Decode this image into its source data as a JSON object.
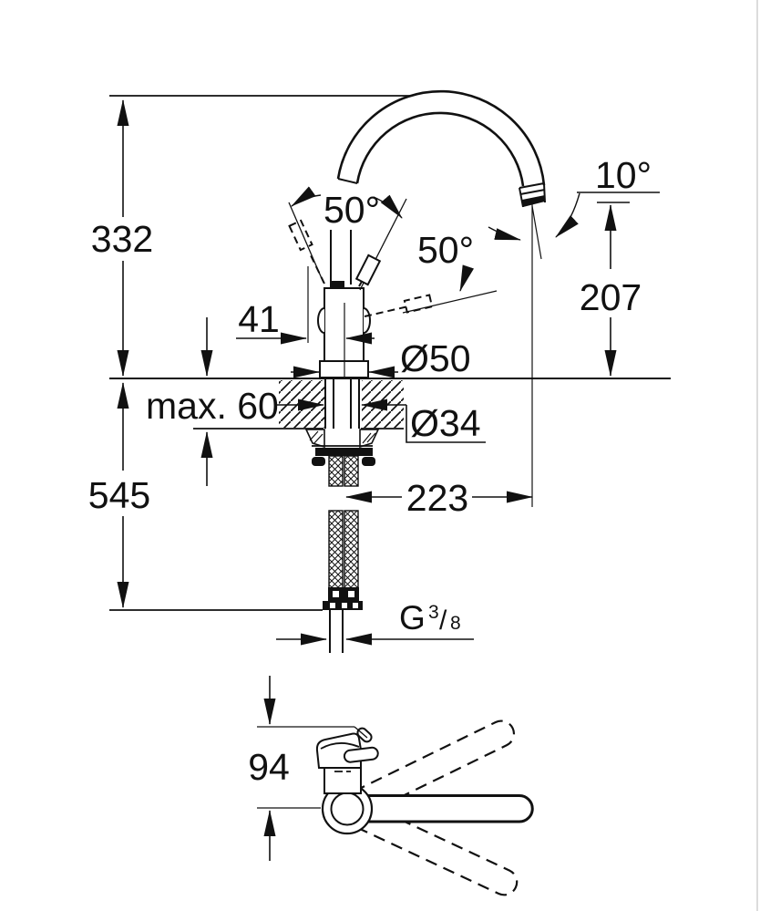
{
  "page": {
    "background": "#ffffff",
    "line_color": "#111111",
    "edge_line_color": "#dcdcdc"
  },
  "front_view": {
    "spout_height": "332",
    "below_counter_height": "545",
    "counter_thickness_max": "max. 60",
    "handle_offset": "41",
    "base_diameter": "Ø50",
    "hole_diameter": "Ø34",
    "spout_reach": "223",
    "outlet_height": "207",
    "outlet_angle": "10°",
    "handle_swing_angle": "50°",
    "handle_side_angle": "50°",
    "thread_label": {
      "main": "G",
      "numerator": "3",
      "slash": "/",
      "denominator": "8"
    }
  },
  "top_view": {
    "depth": "94"
  }
}
